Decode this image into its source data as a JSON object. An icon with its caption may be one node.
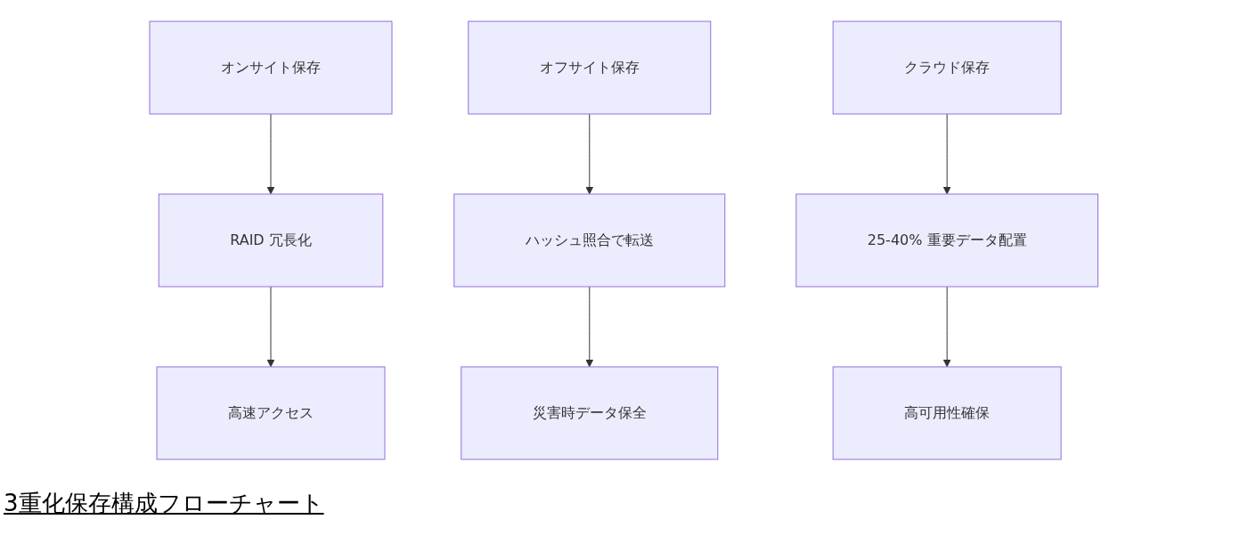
{
  "diagram": {
    "caption": "3重化保存構成フローチャート",
    "nodes": [
      {
        "text": [
          "オンサイト保存"
        ]
      },
      {
        "text": [
          "RAID 冗長化"
        ]
      },
      {
        "text": [
          "高速アクセス"
        ]
      },
      {
        "text": [
          "オフサイト保存"
        ]
      },
      {
        "text": [
          "ハッシュ照合で転送"
        ]
      },
      {
        "text": [
          "災害時データ保全"
        ]
      },
      {
        "text": [
          "クラウド保存"
        ]
      },
      {
        "text": [
          "25-40% 重要データ配置"
        ]
      },
      {
        "text": [
          "高可用性確保"
        ]
      }
    ],
    "edges": [
      {
        "from": 0,
        "to": 1,
        "arrow": "to"
      },
      {
        "from": 1,
        "to": 2,
        "arrow": "to"
      },
      {
        "from": 3,
        "to": 4,
        "arrow": "to"
      },
      {
        "from": 4,
        "to": 5,
        "arrow": "to"
      },
      {
        "from": 6,
        "to": 7,
        "arrow": "to"
      },
      {
        "from": 7,
        "to": 8,
        "arrow": "to"
      }
    ]
  }
}
